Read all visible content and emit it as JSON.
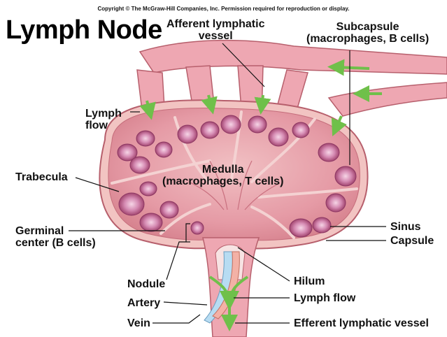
{
  "copyright": "Copyright © The McGraw-Hill Companies, Inc. Permission required for reproduction or display.",
  "title": "Lymph Node",
  "labels": {
    "afferent_vessel": [
      "Afferent lymphatic",
      "vessel"
    ],
    "subcapsule": [
      "Subcapsule",
      "(macrophages, B cells)"
    ],
    "lymph_flow_left": [
      "Lymph",
      "flow"
    ],
    "trabecula": "Trabecula",
    "medulla": [
      "Medulla",
      "(macrophages, T cells)"
    ],
    "germinal_center": [
      "Germinal",
      "center (B cells)"
    ],
    "sinus": "Sinus",
    "capsule": "Capsule",
    "nodule": "Nodule",
    "hilum": "Hilum",
    "artery": "Artery",
    "lymph_flow_bottom": "Lymph flow",
    "vein": "Vein",
    "efferent_vessel": "Efferent lymphatic vessel"
  },
  "colors": {
    "tissue": "#e8a3ad",
    "tissue_dark": "#b75f6c",
    "capsule": "#f2c4c2",
    "follicle": "#c4679a",
    "arrow": "#6fc04a",
    "artery": "#f3b1a6",
    "vein": "#b7dcf2",
    "leader": "#111111"
  }
}
